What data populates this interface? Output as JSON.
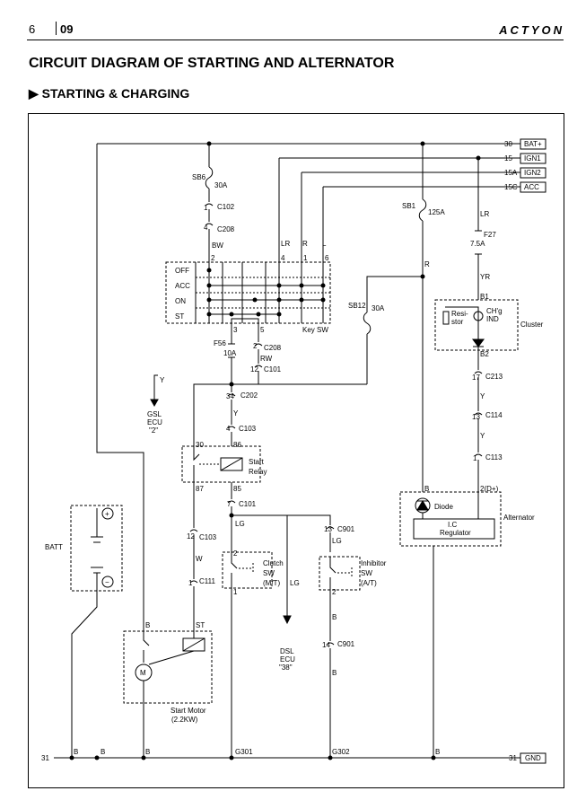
{
  "header": {
    "page": "6",
    "section": "09",
    "brand": "ACTYON"
  },
  "title": "CIRCUIT DIAGRAM OF STARTING AND ALTERNATOR",
  "subtitle": "STARTING & CHARGING",
  "terminals": {
    "t30": "30",
    "bat": "BAT+",
    "t15": "15",
    "ign1": "IGN1",
    "t15a": "15A",
    "ign2": "IGN2",
    "t15c": "15C",
    "acc": "ACC",
    "t31": "31",
    "gnd": "GND",
    "t31l": "31"
  },
  "labels": {
    "sb6": "SB6",
    "a30": "30A",
    "c102": "C102",
    "p1a": "1",
    "p4a": "4",
    "c208": "C208",
    "bw": "BW",
    "lr1": "LR",
    "r1": "R",
    "l1": "L",
    "p2a": "2",
    "p4b": "4",
    "p1b": "1",
    "p6": "6",
    "off": "OFF",
    "acc2": "ACC",
    "on": "ON",
    "st": "ST",
    "keysw": "Key SW",
    "p3": "3",
    "p5": "5",
    "f56": "F56",
    "a10": "10A",
    "p2b": "2",
    "c208b": "C208",
    "rw": "RW",
    "p12a": "12",
    "c101": "C101",
    "y1": "Y",
    "gsl1": "GSL",
    "gsl2": "ECU",
    "gsl3": "\"2\"",
    "p34": "34",
    "c202": "C202",
    "y2": "Y",
    "p4c": "4",
    "c103": "C103",
    "r30": "30",
    "r86": "86",
    "r87": "87",
    "r85": "85",
    "relay1": "Start",
    "relay2": "Relay",
    "p7": "7",
    "c101b": "C101",
    "lg1": "LG",
    "p13a": "13",
    "c901": "C901",
    "lg2": "LG",
    "p12b": "12",
    "c103b": "C103",
    "w": "W",
    "p1c": "1",
    "c111": "C111",
    "clutch1": "Clutch",
    "clutch2": "SW",
    "clutch3": "(M/T)",
    "p2c": "2",
    "p1d": "1",
    "lg3": "LG",
    "inh1": "Inhibitor",
    "inh2": "SW",
    "inh3": "(A/T)",
    "p2d": "2",
    "b1": "B",
    "p14": "14",
    "c901b": "C901",
    "b2": "B",
    "dsl1": "DSL",
    "dsl2": "ECU",
    "dsl3": "\"38\"",
    "sb1": "SB1",
    "a125": "125A",
    "r2": "R",
    "sb12": "SB12",
    "a30b": "30A",
    "lr2": "LR",
    "f27": "F27",
    "a75": "7.5A",
    "yr": "YR",
    "pb1": "B1",
    "resi1": "Resi-",
    "resi2": "stor",
    "chg1": "CH'g",
    "chg2": "IND",
    "cluster": "Cluster",
    "pb2": "B2",
    "p17": "17",
    "c213": "C213",
    "y3": "Y",
    "p13b": "13",
    "c114": "C114",
    "y4": "Y",
    "p1e": "1",
    "c113": "C113",
    "d": "2(D+)",
    "b3": "B",
    "diode": "Diode",
    "ic1": "I.C",
    "ic2": "Regulator",
    "alt": "Alternator",
    "batt": "BATT",
    "plus": "+",
    "minus": "−",
    "mb": "B",
    "mst": "ST",
    "m": "M",
    "motor1": "Start Motor",
    "motor2": "(2.2KW)",
    "gb1": "B",
    "gb2": "B",
    "gb3": "B",
    "g301": "G301",
    "g302": "G302",
    "gb4": "B"
  }
}
